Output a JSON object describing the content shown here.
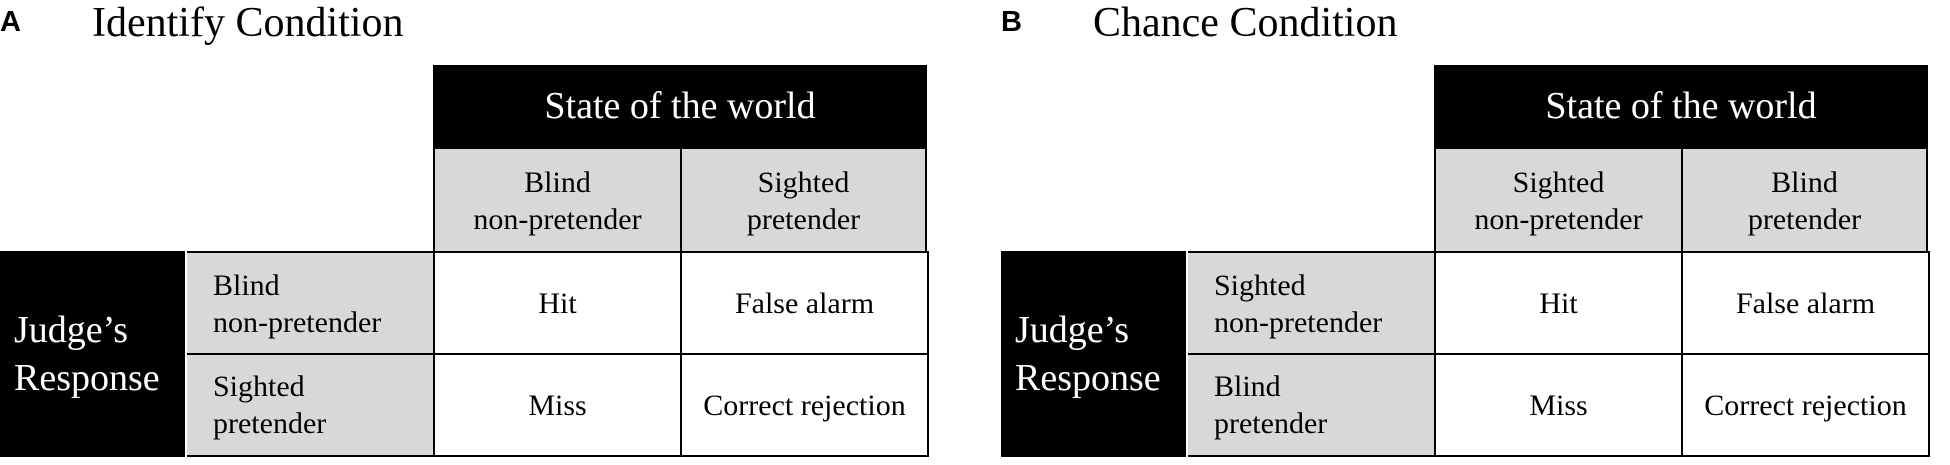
{
  "panels": [
    {
      "letter": "A",
      "title": "Identify Condition",
      "state_header": "State of the world",
      "columns": [
        "Blind\nnon-pretender",
        "Sighted\npretender"
      ],
      "response_header": "Judge’s\nResponse",
      "rows": [
        "Blind\nnon-pretender",
        "Sighted\npretender"
      ],
      "cells": [
        [
          "Hit",
          "False alarm"
        ],
        [
          "Miss",
          "Correct rejection"
        ]
      ]
    },
    {
      "letter": "B",
      "title": "Chance Condition",
      "state_header": "State of the world",
      "columns": [
        "Sighted\nnon-pretender",
        "Blind\npretender"
      ],
      "response_header": "Judge’s\nResponse",
      "rows": [
        "Sighted\nnon-pretender",
        "Blind\npretender"
      ],
      "cells": [
        [
          "Hit",
          "False alarm"
        ],
        [
          "Miss",
          "Correct rejection"
        ]
      ]
    }
  ]
}
